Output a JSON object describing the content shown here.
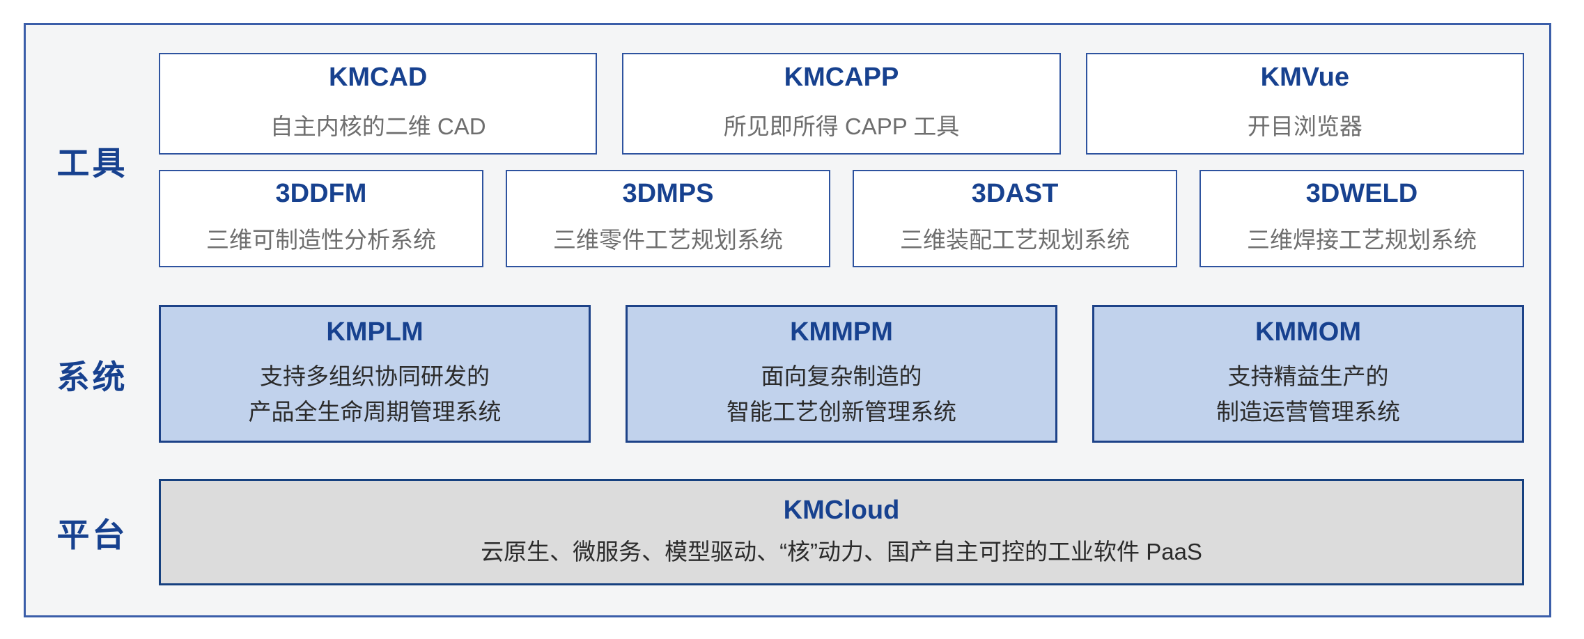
{
  "colors": {
    "accent_blue": "#17418f",
    "frame_border": "#3b5ea9",
    "frame_bg": "#f4f5f6",
    "white_box_border": "#2e539f",
    "blue_box_bg": "#c1d2ec",
    "blue_box_border": "#1d4288",
    "gray_box_bg": "#dcdcdc",
    "gray_box_border": "#16407f",
    "subtitle_gray": "#6e6e6e",
    "body_text": "#2b2b2b"
  },
  "groups": {
    "tools": {
      "label": "工具"
    },
    "systems": {
      "label": "系统"
    },
    "platform": {
      "label": "平台"
    }
  },
  "tools": {
    "row1": [
      {
        "name": "KMCAD",
        "desc": "自主内核的二维 CAD"
      },
      {
        "name": "KMCAPP",
        "desc": "所见即所得 CAPP 工具"
      },
      {
        "name": "KMVue",
        "desc": "开目浏览器"
      }
    ],
    "row2": [
      {
        "name": "3DDFM",
        "desc": "三维可制造性分析系统"
      },
      {
        "name": "3DMPS",
        "desc": "三维零件工艺规划系统"
      },
      {
        "name": "3DAST",
        "desc": "三维装配工艺规划系统"
      },
      {
        "name": "3DWELD",
        "desc": "三维焊接工艺规划系统"
      }
    ]
  },
  "systems": [
    {
      "name": "KMPLM",
      "desc_lines": [
        "支持多组织协同研发的",
        "产品全生命周期管理系统"
      ]
    },
    {
      "name": "KMMPM",
      "desc_lines": [
        "面向复杂制造的",
        "智能工艺创新管理系统"
      ]
    },
    {
      "name": "KMMOM",
      "desc_lines": [
        "支持精益生产的",
        "制造运营管理系统"
      ]
    }
  ],
  "platform": {
    "name": "KMCloud",
    "desc": "云原生、微服务、模型驱动、“核”动力、国产自主可控的工业软件 PaaS"
  }
}
